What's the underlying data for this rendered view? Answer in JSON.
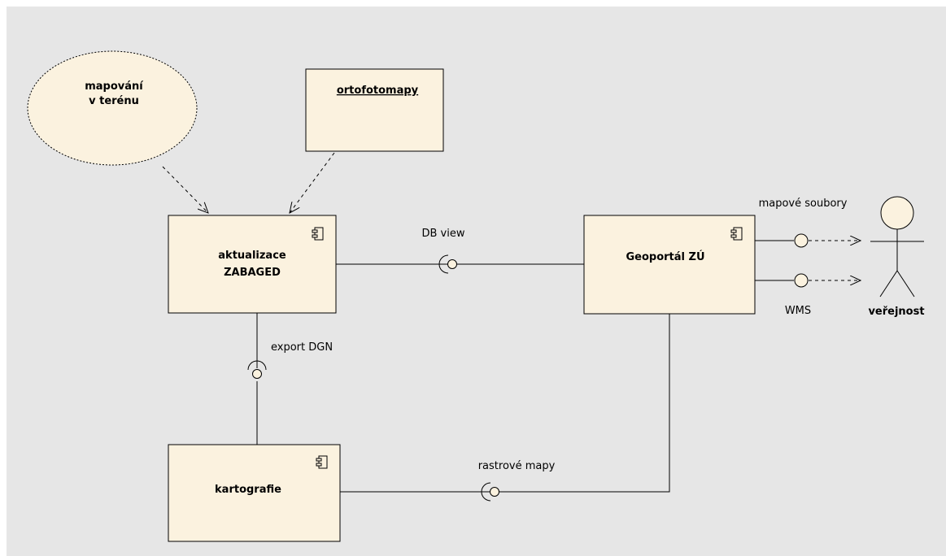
{
  "components": {
    "aktualizace": {
      "line1": "aktualizace",
      "line2": "ZABAGED"
    },
    "geoportal": {
      "label": "Geoportál ZÚ"
    },
    "kartografie": {
      "label": "kartografie"
    },
    "ortofotomapy": {
      "label": "ortofotomapy"
    }
  },
  "external": {
    "mapovani": {
      "line1": "mapování",
      "line2": "v terénu"
    }
  },
  "actor": {
    "label": "veřejnost"
  },
  "interfaces": {
    "db_view": "DB view",
    "export_dgn": "export DGN",
    "rastrove_mapy": "rastrové mapy",
    "mapove_soubory": "mapové soubory",
    "wms": "WMS"
  },
  "colors": {
    "background": "#e6e6e6",
    "box_fill": "#fbf2df",
    "stroke": "#000000"
  },
  "icons": {
    "component": "uml-component-icon"
  }
}
